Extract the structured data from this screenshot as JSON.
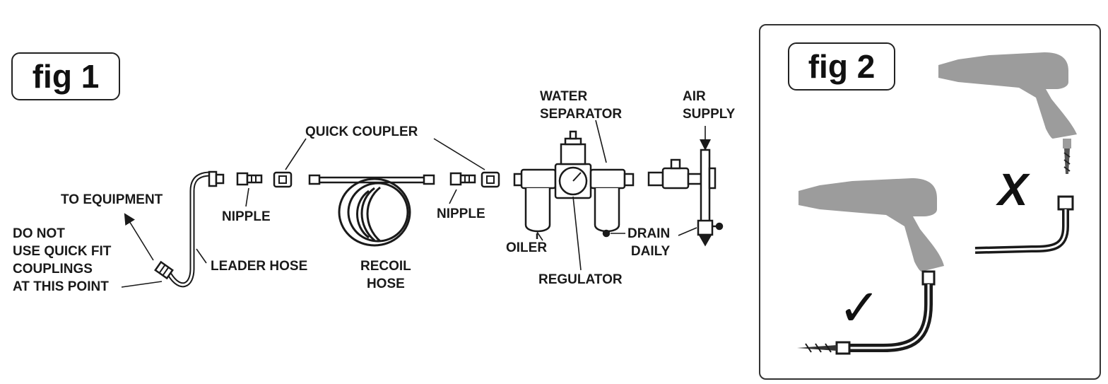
{
  "fig1": {
    "label": "fig 1",
    "callouts": {
      "to_equipment": "TO EQUIPMENT",
      "do_not": [
        "DO NOT",
        "USE QUICK FIT",
        "COUPLINGS",
        "AT THIS POINT"
      ],
      "leader_hose": "LEADER HOSE",
      "nipple_left": "NIPPLE",
      "quick_coupler": "QUICK COUPLER",
      "recoil_hose": [
        "RECOIL",
        "HOSE"
      ],
      "nipple_right": "NIPPLE",
      "water_separator": [
        "WATER",
        "SEPARATOR"
      ],
      "oiler": "OILER",
      "regulator": "REGULATOR",
      "air_supply": [
        "AIR",
        "SUPPLY"
      ],
      "drain_daily": [
        "DRAIN",
        "DAILY"
      ]
    }
  },
  "fig2": {
    "label": "fig 2",
    "correct_mark": "✓",
    "incorrect_mark": "X"
  },
  "colors": {
    "line": "#1a1a1a",
    "tool_grey": "#9c9c9c",
    "panel_border": "#333333"
  }
}
